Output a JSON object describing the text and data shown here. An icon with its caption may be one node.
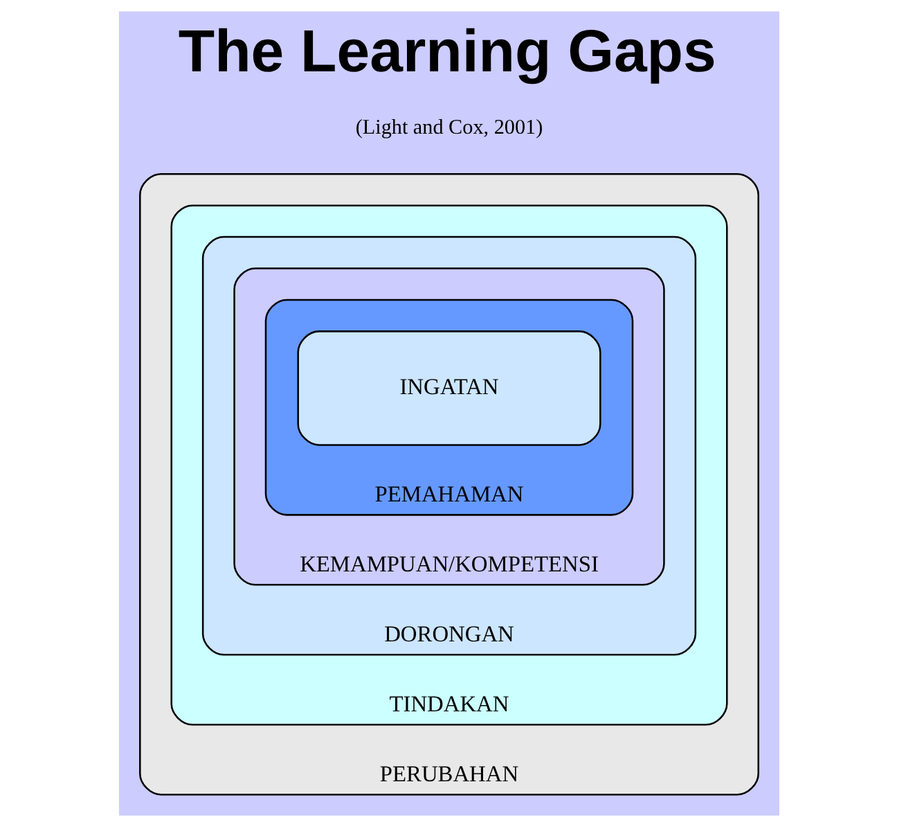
{
  "diagram": {
    "title": "The Learning Gaps",
    "nodes": [
      {
        "text": [
          "PERUBAHAN"
        ]
      },
      {
        "text": [
          "TINDAKAN"
        ],
        "in": 0
      },
      {
        "text": [
          "DORONGAN"
        ],
        "in": 1
      },
      {
        "text": [
          "KEMAMPUAN/KOMPETENSI"
        ],
        "in": 2
      },
      {
        "text": [
          "PEMAHAMAN"
        ],
        "in": 3
      },
      {
        "text": [
          "INGATAN"
        ],
        "in": 4
      }
    ],
    "labels": [
      "(Light and Cox, 2001)"
    ]
  }
}
